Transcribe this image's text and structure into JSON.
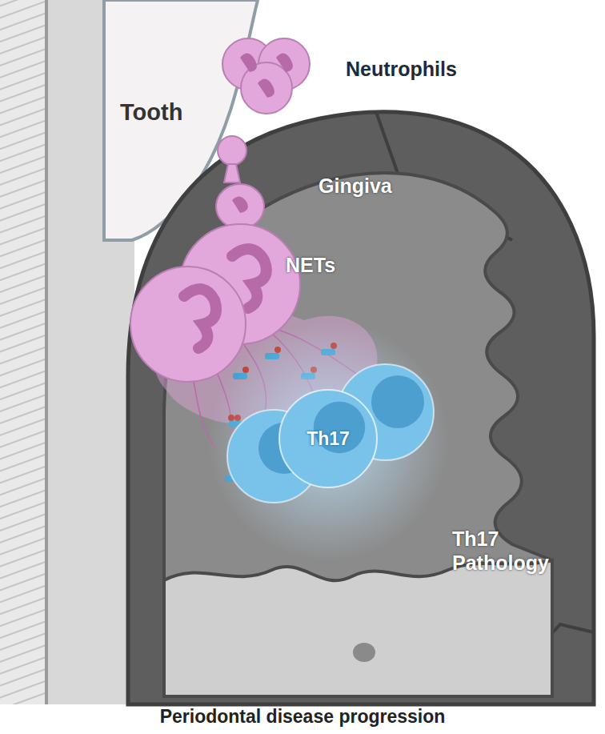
{
  "diagram": {
    "caption": "Periodontal disease progression",
    "nodes": [
      {
        "text": [
          "Th17"
        ]
      }
    ],
    "labels": [
      "Neutrophils",
      "Tooth",
      "Gingiva",
      "NETs",
      "Th17 Pathology"
    ]
  }
}
